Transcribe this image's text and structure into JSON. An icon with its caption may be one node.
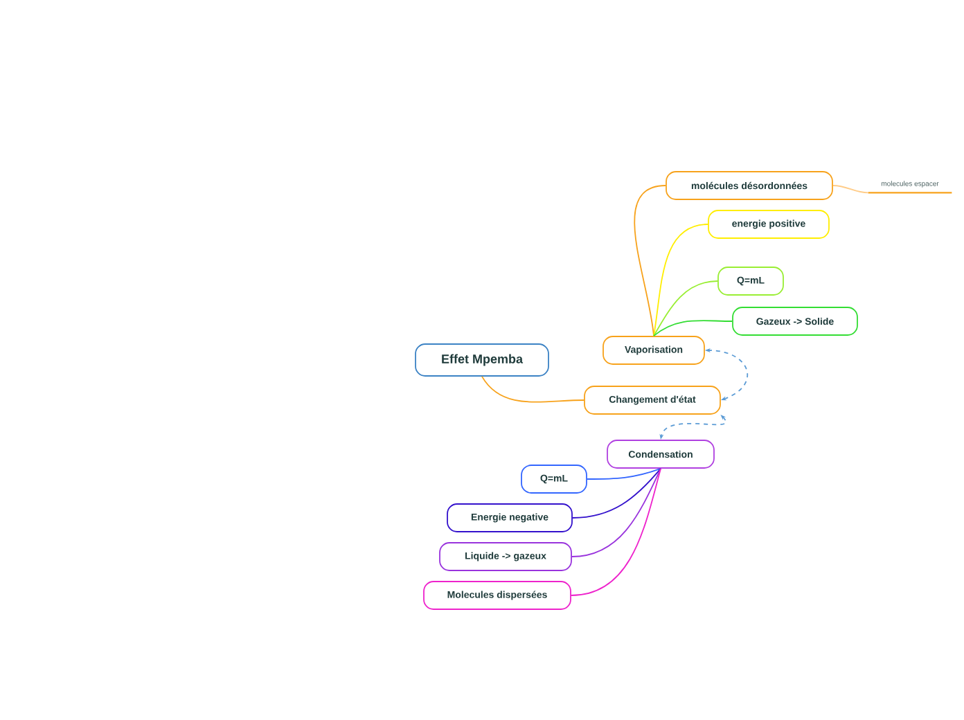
{
  "diagram": {
    "nodes": [
      {
        "text": [
          "Effet Mpemba"
        ]
      },
      {
        "text": [
          "Changement d'état"
        ]
      },
      {
        "text": [
          "Vaporisation"
        ]
      },
      {
        "text": [
          "molécules désordonnées"
        ]
      },
      {
        "text": [
          "molecules espacer"
        ]
      },
      {
        "text": [
          "energie positive"
        ]
      },
      {
        "text": [
          "Q=mL"
        ]
      },
      {
        "text": [
          "Gazeux -> Solide"
        ]
      },
      {
        "text": [
          "Condensation"
        ]
      },
      {
        "text": [
          "Q=mL"
        ]
      },
      {
        "text": [
          "Energie negative"
        ]
      },
      {
        "text": [
          "Liquide -> gazeux"
        ]
      },
      {
        "text": [
          "Molecules dispersées"
        ]
      }
    ],
    "edges": [
      {
        "from": 0,
        "to": 1,
        "arrow": "none",
        "color": "#f7a21b"
      },
      {
        "from": 2,
        "to": 3,
        "arrow": "none",
        "color": "#f7a21b"
      },
      {
        "from": 3,
        "to": 4,
        "arrow": "none",
        "color": "#ffcc88"
      },
      {
        "from": 2,
        "to": 5,
        "arrow": "none",
        "color": "#ffee00"
      },
      {
        "from": 2,
        "to": 6,
        "arrow": "none",
        "color": "#99ee33"
      },
      {
        "from": 2,
        "to": 7,
        "arrow": "none",
        "color": "#33dd33"
      },
      {
        "from": 8,
        "to": 9,
        "arrow": "none",
        "color": "#3366ff"
      },
      {
        "from": 8,
        "to": 10,
        "arrow": "none",
        "color": "#3311cc"
      },
      {
        "from": 8,
        "to": 11,
        "arrow": "none",
        "color": "#9933dd"
      },
      {
        "from": 8,
        "to": 12,
        "arrow": "none",
        "color": "#ee22cc"
      },
      {
        "from": 1,
        "to": 2,
        "arrow": "both",
        "style": "dashed",
        "color": "#5b9bd5"
      },
      {
        "from": 1,
        "to": 8,
        "arrow": "both",
        "style": "dashed",
        "color": "#5b9bd5"
      }
    ]
  }
}
